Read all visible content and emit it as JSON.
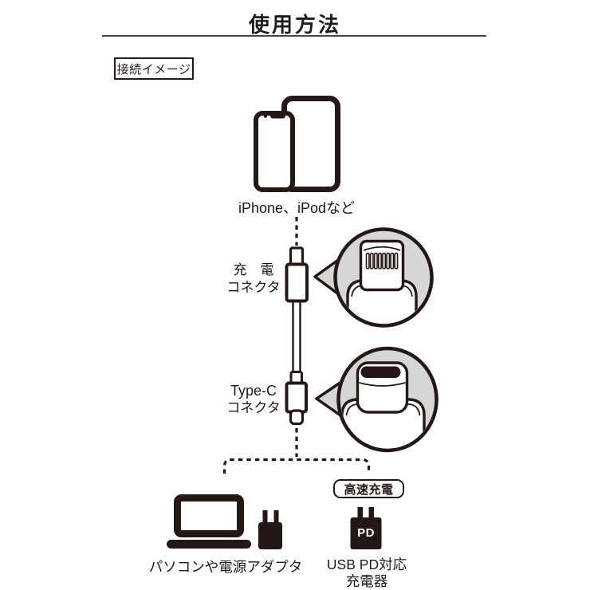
{
  "page": {
    "title": "使用方法",
    "section_label": "接続イメージ"
  },
  "diagram": {
    "devices_caption": "iPhone、iPodなど",
    "charge_connector_label": {
      "line1": "充　電",
      "line2": "コネクタ"
    },
    "typec_connector_label": {
      "line1": "Type-C",
      "line2": "コネクタ"
    },
    "fast_charge_badge": "高速充電",
    "pc_caption": "パソコンや電源アダプタ",
    "pd_charger": {
      "icon_text": "PD",
      "caption_line1": "USB PD対応",
      "caption_line2": "充電器"
    }
  },
  "icons": [
    "smartphone-icon",
    "tablet-icon",
    "lightning-connector-icon",
    "usb-c-connector-icon",
    "lightning-plug-closeup-icon",
    "usb-c-plug-closeup-icon",
    "laptop-icon",
    "power-adapter-icon",
    "pd-charger-icon"
  ],
  "colors": {
    "ink": "#231815",
    "bubble_fill": "#d6d6d6",
    "rule": "#474747",
    "background": "#ffffff"
  }
}
